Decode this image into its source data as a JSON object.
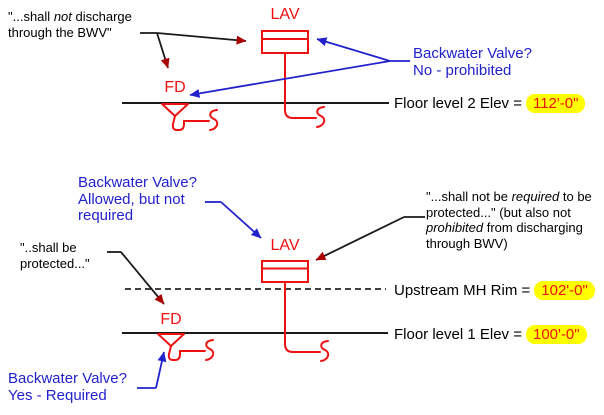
{
  "colors": {
    "red": "#ee1111",
    "blue": "#2222cc",
    "black": "#1a1a1a",
    "arrowhead_dark_red": "#aa0000",
    "highlight_yellow": "#ffff00"
  },
  "top_diagram": {
    "discharge_quote": {
      "pre": "\"...shall ",
      "italic": "not",
      "post": " discharge through the BWV\""
    },
    "lav_label": "LAV",
    "fd_label": "FD",
    "bwv_note": "Backwater Valve?\nNo - prohibited",
    "floor_elev": {
      "label": "Floor level 2 Elev =",
      "value": "112'-0\""
    }
  },
  "bottom_diagram": {
    "bwv_note_lav": "Backwater Valve?\nAllowed, but not\nrequired",
    "fd_quote": "\"..shall be protected...\"",
    "lav_quote": {
      "p1": "\"...shall not be ",
      "i1": "required",
      "p2": " to be protected...\" (but also not ",
      "i2": "prohibited",
      "p3": " from discharging through BWV)"
    },
    "lav_label": "LAV",
    "fd_label": "FD",
    "mh_rim": {
      "label": "Upstream MH Rim =",
      "value": "102'-0\""
    },
    "floor_elev": {
      "label": "Floor level 1 Elev =",
      "value": "100'-0\""
    },
    "bwv_note_fd": "Backwater Valve?\nYes - Required"
  }
}
